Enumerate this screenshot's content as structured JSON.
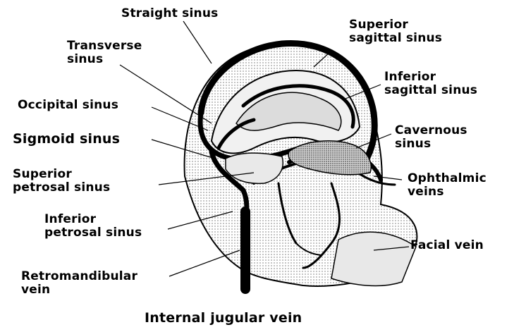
{
  "labels": {
    "straight_sinus": "Straight sinus",
    "transverse_sinus": [
      "Transverse",
      "sinus"
    ],
    "superior_sagittal_sinus": [
      "Superior",
      "sagittal sinus"
    ],
    "inferior_sagittal_sinus": [
      "Inferior",
      "sagittal sinus"
    ],
    "occipital_sinus": "Occipital sinus",
    "sigmoid_sinus": "Sigmoid sinus",
    "cavernous_sinus": [
      "Cavernous",
      "sinus"
    ],
    "superior_petrosal_sinus": [
      "Superior",
      "petrosal sinus"
    ],
    "ophthalmic_veins": [
      "Ophthalmic",
      "veins"
    ],
    "inferior_petrosal_sinus": [
      "Inferior",
      "petrosal sinus"
    ],
    "facial_vein": "Facial vein",
    "retromandibular_vein": [
      "Retromandibular",
      "vein"
    ],
    "internal_jugular_vein": "Internal jugular vein"
  },
  "colors": {
    "ink": "#000000",
    "stipple": "#bdbdbd",
    "background": "#ffffff"
  }
}
